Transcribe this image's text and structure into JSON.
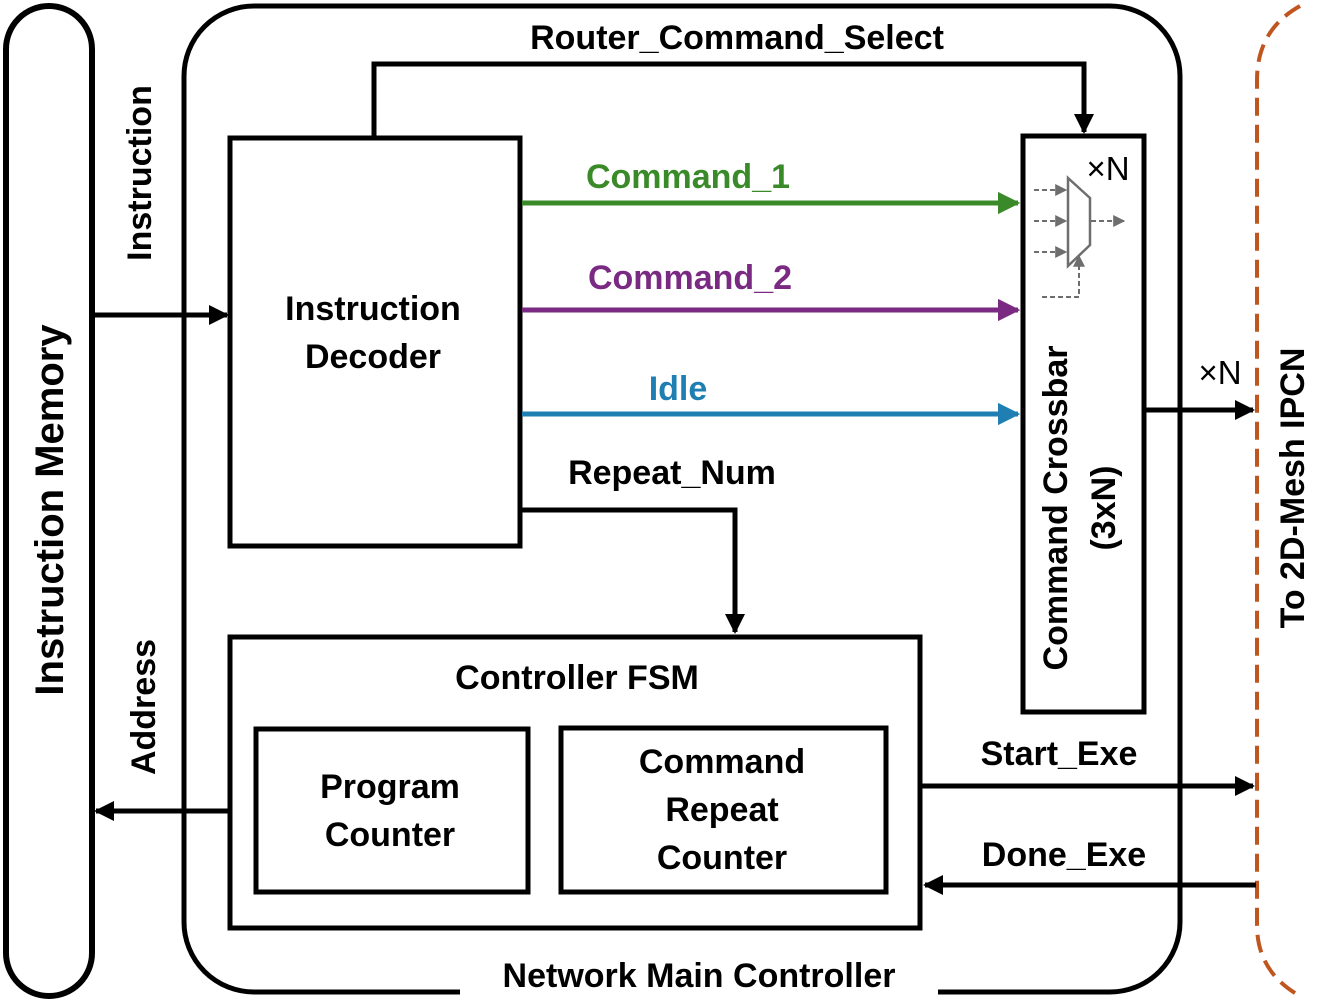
{
  "labels": {
    "instruction_memory": "Instruction Memory",
    "instruction_signal": "Instruction",
    "address_signal": "Address",
    "router_command_select": "Router_Command_Select",
    "instruction_decoder_line1": "Instruction",
    "instruction_decoder_line2": "Decoder",
    "command_1": "Command_1",
    "command_2": "Command_2",
    "idle": "Idle",
    "repeat_num": "Repeat_Num",
    "crossbar_line1": "Command Crossbar",
    "crossbar_line2": "(3xN)",
    "mux_multiplier": "×N",
    "output_multiplier": "×N",
    "to_ipcn": "To 2D-Mesh IPCN",
    "controller_fsm": "Controller FSM",
    "program_counter_line1": "Program",
    "program_counter_line2": "Counter",
    "repeat_counter_line1": "Command",
    "repeat_counter_line2": "Repeat",
    "repeat_counter_line3": "Counter",
    "start_exe": "Start_Exe",
    "done_exe": "Done_Exe",
    "network_main_controller": "Network Main Controller"
  },
  "colors": {
    "command_1": "#3a8a2a",
    "command_2": "#7a2a82",
    "idle": "#1f7fb3",
    "ipcn_border": "#c0561f",
    "mux_gray": "#6e6e6e",
    "line": "#000000"
  }
}
